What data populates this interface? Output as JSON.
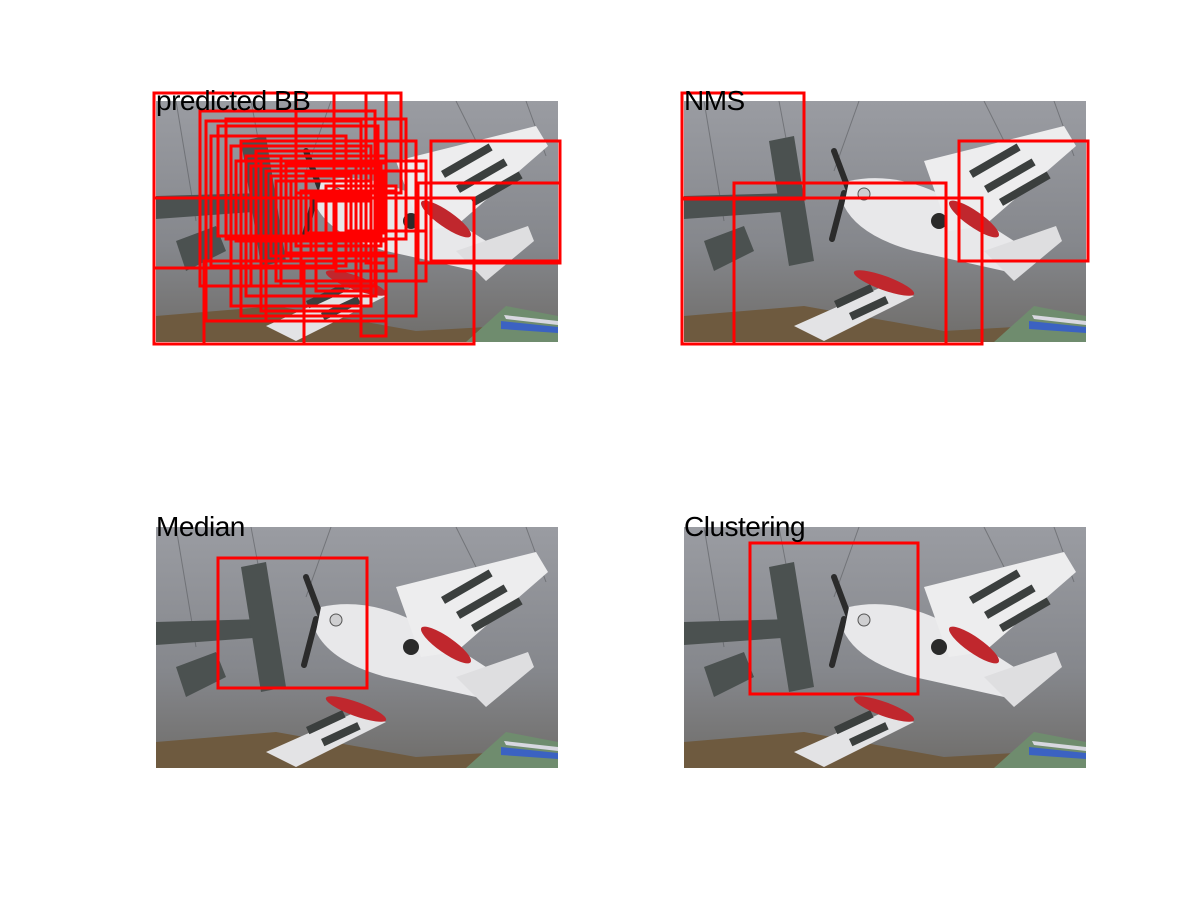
{
  "panels": [
    {
      "id": "predicted",
      "title": "predicted BB"
    },
    {
      "id": "nms",
      "title": "NMS"
    },
    {
      "id": "median",
      "title": "Median"
    },
    {
      "id": "clustering",
      "title": "Clustering"
    }
  ],
  "colors": {
    "box": "#ff0000",
    "ceiling": "#8b8d92",
    "aircraft": "#e8e8ea",
    "accent_red": "#c0272d"
  },
  "icons": [
    "aircraft-photo"
  ]
}
